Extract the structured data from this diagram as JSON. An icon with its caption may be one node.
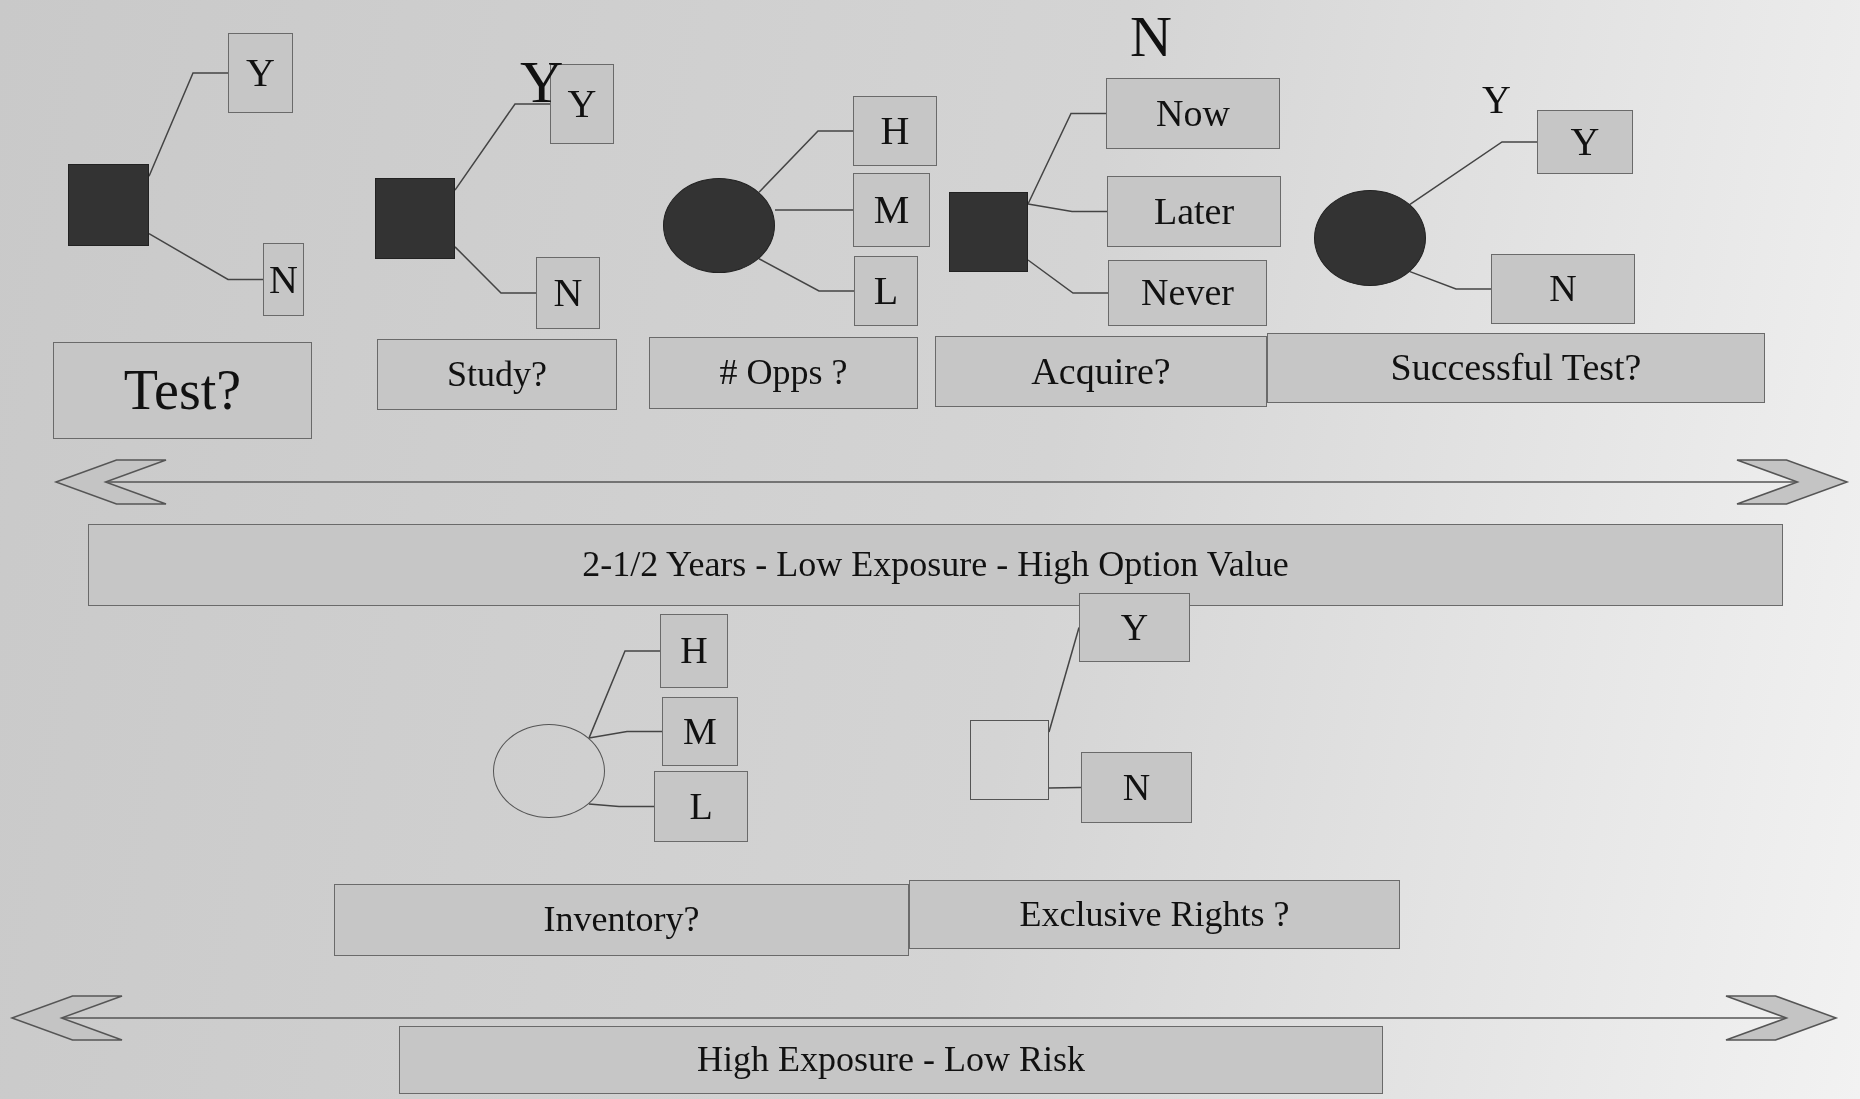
{
  "diagram": {
    "nodes": [
      {
        "text": [],
        "shape": "box"
      },
      {
        "text": [
          "Y"
        ]
      },
      {
        "text": [
          "N"
        ]
      },
      {
        "text": [
          "Test?"
        ]
      },
      {
        "text": [],
        "shape": "box"
      },
      {
        "text": [
          "Y"
        ]
      },
      {
        "text": [
          "N"
        ]
      },
      {
        "text": [
          "Study?"
        ]
      },
      {
        "text": [],
        "shape": "circle"
      },
      {
        "text": [
          "H"
        ]
      },
      {
        "text": [
          "M"
        ]
      },
      {
        "text": [
          "L"
        ]
      },
      {
        "text": [
          "# Opps ?"
        ]
      },
      {
        "text": [],
        "shape": "box"
      },
      {
        "text": [
          "Now"
        ]
      },
      {
        "text": [
          "Later"
        ]
      },
      {
        "text": [
          "Never"
        ]
      },
      {
        "text": [
          "Acquire?"
        ]
      },
      {
        "text": [],
        "shape": "circle"
      },
      {
        "text": [
          "Y"
        ]
      },
      {
        "text": [
          "N"
        ]
      },
      {
        "text": [
          "Successful Test?"
        ]
      },
      {
        "text": [
          "2-1/2 Years - Low Exposure - High Option Value"
        ]
      },
      {
        "text": [],
        "shape": "circle"
      },
      {
        "text": [
          "H"
        ]
      },
      {
        "text": [
          "M"
        ]
      },
      {
        "text": [
          "L"
        ]
      },
      {
        "text": [],
        "shape": "box"
      },
      {
        "text": [
          "Y"
        ]
      },
      {
        "text": [
          "N"
        ]
      },
      {
        "text": [
          "Inventory?"
        ]
      },
      {
        "text": [
          "Exclusive Rights ?"
        ]
      },
      {
        "text": [
          "High Exposure - Low Risk"
        ]
      }
    ],
    "edges": [
      {
        "from": 0,
        "to": 1,
        "arrow": "none"
      },
      {
        "from": 0,
        "to": 2,
        "arrow": "none"
      },
      {
        "from": 4,
        "to": 5,
        "arrow": "none"
      },
      {
        "from": 4,
        "to": 6,
        "arrow": "none"
      },
      {
        "from": 8,
        "to": 9,
        "arrow": "none"
      },
      {
        "from": 8,
        "to": 10,
        "arrow": "none"
      },
      {
        "from": 8,
        "to": 11,
        "arrow": "none"
      },
      {
        "from": 13,
        "to": 14,
        "arrow": "none"
      },
      {
        "from": 13,
        "to": 15,
        "arrow": "none"
      },
      {
        "from": 13,
        "to": 16,
        "arrow": "none"
      },
      {
        "from": 18,
        "to": 19,
        "arrow": "none"
      },
      {
        "from": 18,
        "to": 20,
        "arrow": "none"
      },
      {
        "from": 23,
        "to": 24,
        "arrow": "none"
      },
      {
        "from": 23,
        "to": 25,
        "arrow": "none"
      },
      {
        "from": 23,
        "to": 26,
        "arrow": "none"
      },
      {
        "from": 27,
        "to": 28,
        "arrow": "none"
      },
      {
        "from": 27,
        "to": 29,
        "arrow": "none"
      }
    ],
    "labels": [
      "Y",
      "N",
      "Y"
    ]
  }
}
